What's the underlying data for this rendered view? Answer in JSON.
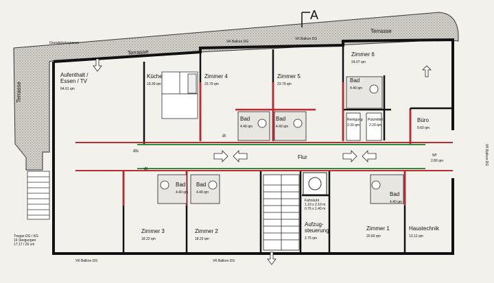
{
  "section_marker": "A",
  "labels": {
    "grundstuecksgrenze": "Grundstücksgrenze",
    "terrasse_1": "Terrasse",
    "terrasse_2": "Terrasse",
    "terrasse_3": "Terrasse",
    "balcony_top_1": "VK Balkon DG",
    "balcony_top_2": "VK Balkon DG",
    "balcony_bottom_1": "VK Balkon DG",
    "balcony_bottom_2": "VK Balkon DG",
    "balcony_right": "VK Balkon DG",
    "flur": "Flur",
    "dts": "dts",
    "dt": "dt",
    "dt2": "dt",
    "wf": "Wf",
    "wf_area": "2.80 qm",
    "putzmittel": "Putzmittel",
    "putzmittel_area": "2.20 qm",
    "reinigung": "Reinigung",
    "reinigung_area": "2.30 qm",
    "treppe_note": "Treppe DG / KG",
    "treppe_note_2": "16 Steigungen",
    "treppe_note_3": "17.17 / 26 cm",
    "fahrstuhl_note": "Fahrstuhl",
    "fahrstuhl_note_2": "1.10 x 2.10 m",
    "fahrstuhl_note_3": "0.76 x 1.40 m"
  },
  "rooms": [
    {
      "id": "aufenthalt",
      "name": "Aufenthalt /\nEssen / TV",
      "area": "64.61 qm"
    },
    {
      "id": "kueche",
      "name": "Küche",
      "area": "19.39 qm"
    },
    {
      "id": "zimmer4",
      "name": "Zimmer 4",
      "area": "23.79 qm"
    },
    {
      "id": "zimmer5",
      "name": "Zimmer 5",
      "area": "23.79 qm"
    },
    {
      "id": "zimmer6",
      "name": "Zimmer 6",
      "area": "24.07 qm"
    },
    {
      "id": "bad6",
      "name": "Bad",
      "area": "4.40 qm"
    },
    {
      "id": "bad4",
      "name": "Bad",
      "area": "4.40 qm"
    },
    {
      "id": "bad5",
      "name": "Bad",
      "area": "4.40 qm"
    },
    {
      "id": "buero",
      "name": "Büro",
      "area": "5.60 qm"
    },
    {
      "id": "bad3",
      "name": "Bad",
      "area": "4.40 qm"
    },
    {
      "id": "bad2",
      "name": "Bad",
      "area": "4.40 qm"
    },
    {
      "id": "bad1",
      "name": "Bad",
      "area": "4.40 qm"
    },
    {
      "id": "zimmer3",
      "name": "Zimmer 3",
      "area": "18.22 qm"
    },
    {
      "id": "zimmer2",
      "name": "Zimmer 2",
      "area": "18.22 qm"
    },
    {
      "id": "aufzug",
      "name": "Aufzug-\nsteuerung",
      "area": "2.75 qm"
    },
    {
      "id": "zimmer1",
      "name": "Zimmer 1",
      "area": "20.83 qm"
    },
    {
      "id": "haustechnik",
      "name": "Haustechnik",
      "area": "13.12 qm"
    }
  ]
}
